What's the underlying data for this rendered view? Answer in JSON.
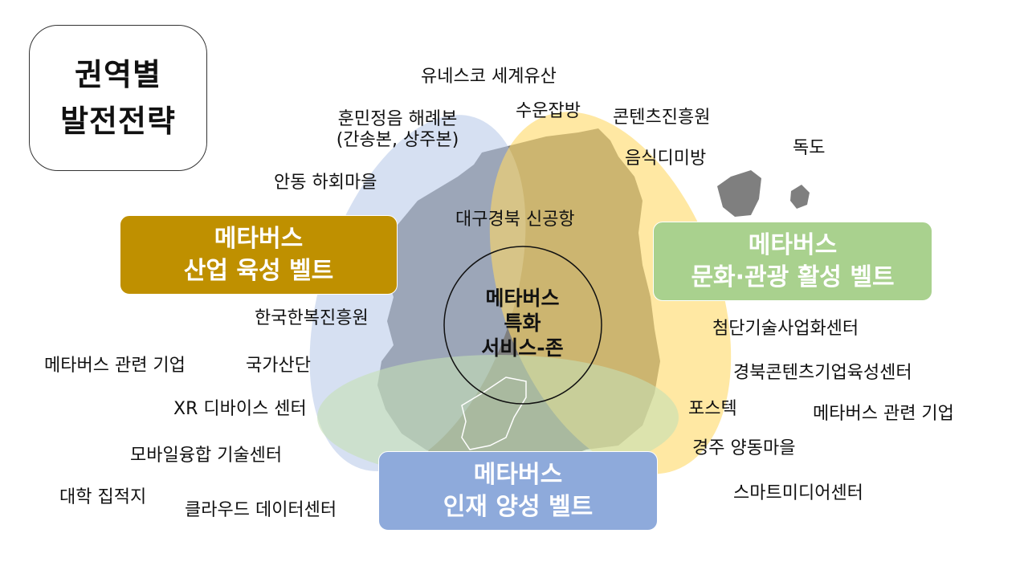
{
  "title": {
    "line1": "권역별",
    "line2": "발전전략"
  },
  "belts": {
    "industry": {
      "line1": "메타버스",
      "line2": "산업 육성 벨트",
      "color": "#bf9000"
    },
    "culture": {
      "line1": "메타버스",
      "line2": "문화·관광 활성 벨트",
      "color": "#a9d18e"
    },
    "talent": {
      "line1": "메타버스",
      "line2": "인재 양성 벨트",
      "color": "#8eaadb"
    }
  },
  "center_zone": {
    "line1": "메타버스",
    "line2": "특화",
    "line3": "서비스-존"
  },
  "labels": {
    "unesco": "유네스코 세계유산",
    "hunmin_line1": "훈민정음 해례본",
    "hunmin_line2": "(간송본, 상주본)",
    "suun": "수운잡방",
    "content_agency": "콘텐츠진흥원",
    "eumsik": "음식디미방",
    "dokdo": "독도",
    "andong": "안동 하회마을",
    "airport": "대구경북 신공항",
    "hanbok": "한국한복진흥원",
    "metaverse_firms_left": "메타버스 관련 기업",
    "national_park": "국가산단",
    "xr": "XR 디바이스 센터",
    "mobile": "모바일융합 기술센터",
    "university": "대학 집적지",
    "cloud": "클라우드 데이터센터",
    "advanced_tech": "첨단기술사업화센터",
    "gb_content": "경북콘텐츠기업육성센터",
    "postech": "포스텍",
    "metaverse_firms_right": "메타버스 관련 기업",
    "yangdong": "경주 양동마을",
    "smart_media": "스마트미디어센터"
  },
  "colors": {
    "map_land": "#7f7f7f",
    "blue_region": "#c9d6ee",
    "yellow_region": "#ffd966",
    "green_region": "#c5e0b4"
  }
}
